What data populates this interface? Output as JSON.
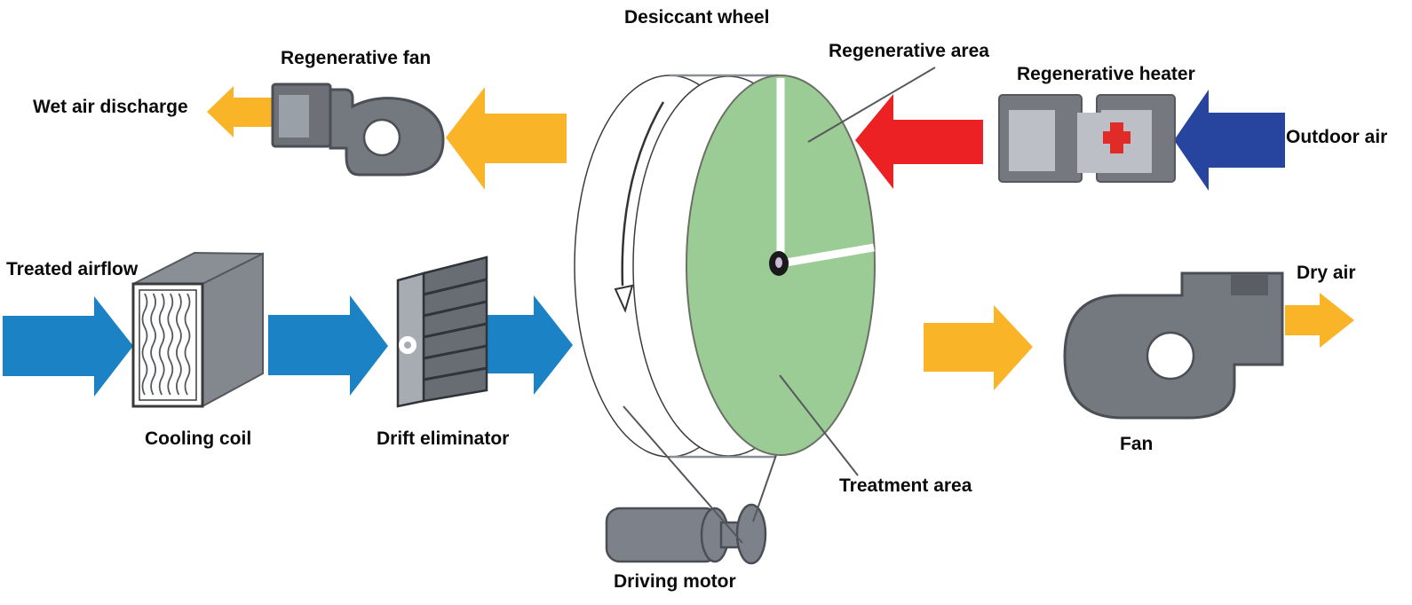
{
  "diagram": {
    "title": "Desiccant wheel",
    "labels": {
      "desiccant_wheel": "Desiccant wheel",
      "regenerative_fan": "Regenerative fan",
      "wet_air_discharge": "Wet air discharge",
      "regenerative_area": "Regenerative area",
      "regenerative_heater": "Regenerative heater",
      "outdoor_air": "Outdoor air",
      "treated_airflow": "Treated airflow",
      "cooling_coil": "Cooling coil",
      "drift_eliminator": "Drift eliminator",
      "treatment_area": "Treatment area",
      "driving_motor": "Driving motor",
      "dry_air": "Dry air",
      "fan": "Fan"
    },
    "colors": {
      "warm_air_yellow": "#F9B428",
      "process_air_blue": "#1B82C6",
      "hot_air_red": "#EC2124",
      "outdoor_air_navy": "#27459E",
      "equipment_gray": "#767B82",
      "equipment_gray_dark": "#5A5E64",
      "equipment_outline": "#4B4F55",
      "panel_light_gray": "#A7ACB3",
      "wheel_green": "#9CCC95",
      "heater_inner_gray": "#BCC0C6",
      "cross_red": "#E02B26"
    }
  }
}
